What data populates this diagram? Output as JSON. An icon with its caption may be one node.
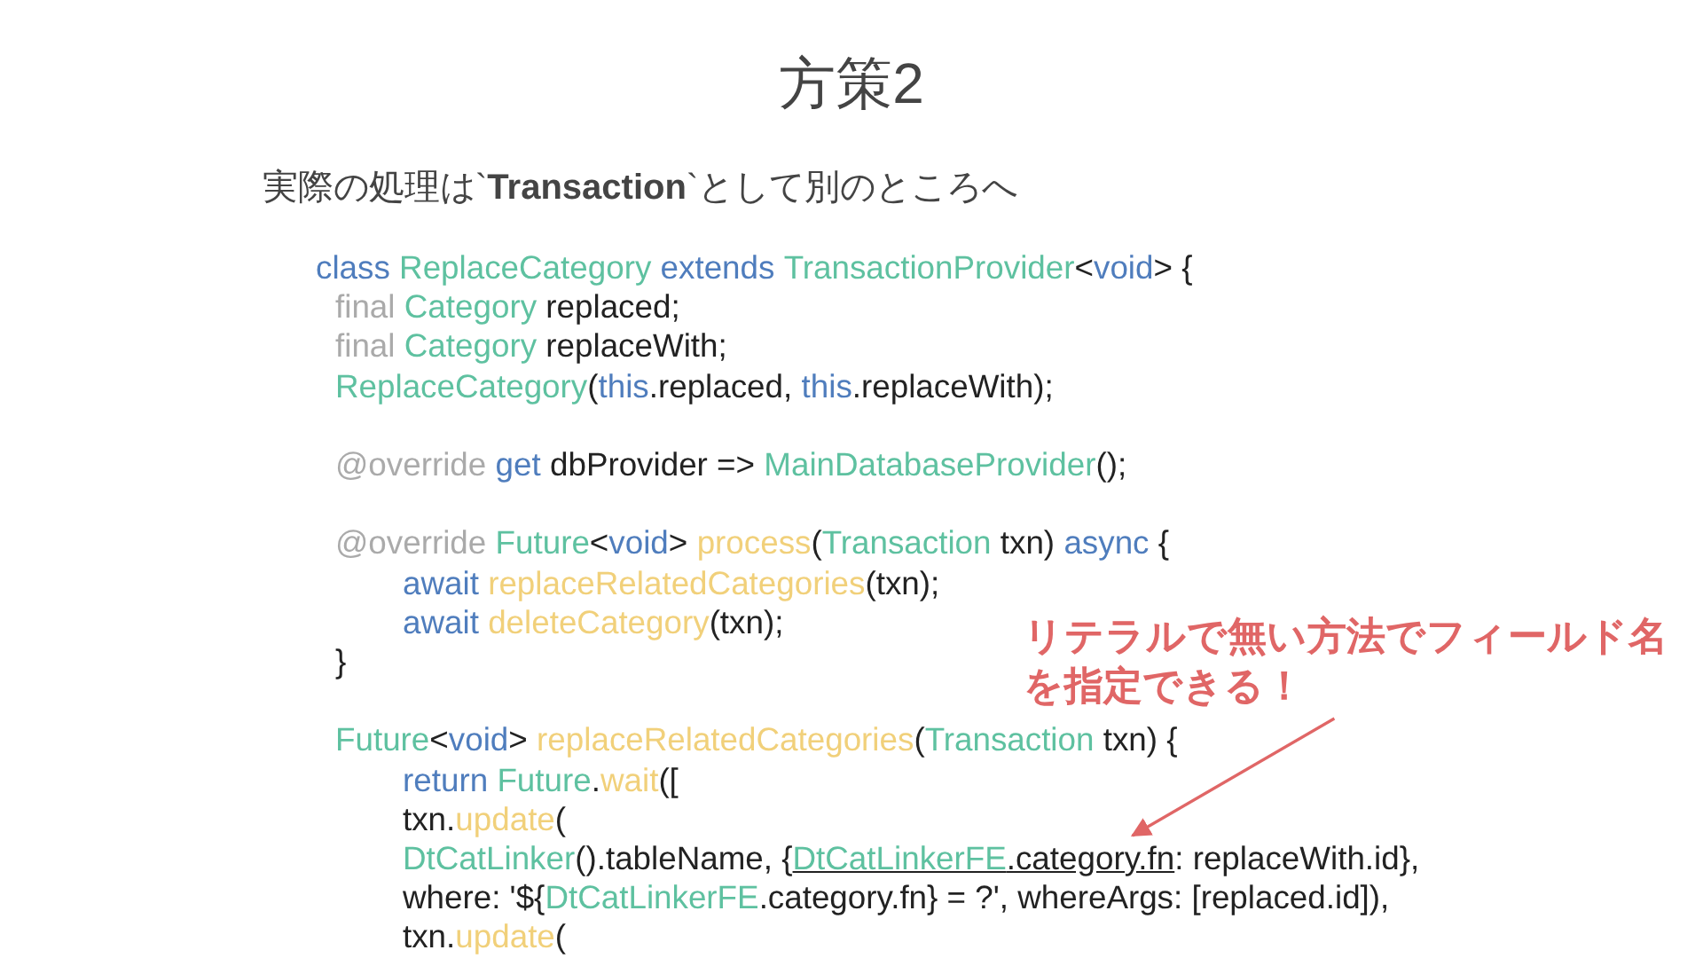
{
  "diagram": {
    "title": "方策2",
    "nodes": [
      {
        "text": [
          "リテラルで無い方法でフィールド名を指定できる！"
        ]
      },
      {
        "text": [
          ".category.fn"
        ]
      }
    ],
    "edges": [
      {
        "from": 0,
        "to": 1,
        "arrow": "to"
      }
    ],
    "labels": [
      "実際の処理は`**Transaction**`として別のところへ",
      "class",
      "ReplaceCategory",
      "extends",
      "TransactionProvider",
      "<",
      "void",
      "> {",
      "final",
      "Category",
      "replaced;",
      "final",
      "Category",
      "replaceWith;",
      "ReplaceCategory",
      "(",
      "this",
      ".replaced,",
      "this",
      ".replaceWith);",
      "@override",
      "get",
      "dbProvider =>",
      "MainDatabaseProvider",
      "();",
      "@override",
      "Future",
      "<",
      "void",
      ">",
      "process",
      "(",
      "Transaction",
      "txn)",
      "async",
      "{",
      "await",
      "replaceRelatedCategories",
      "(txn);",
      "await",
      "deleteCategory",
      "(txn);",
      "}",
      "Future",
      "<",
      "void",
      ">",
      "replaceRelatedCategories",
      "(",
      "Transaction",
      "txn) {",
      "return",
      "Future",
      ".",
      "wait",
      "([",
      "txn.",
      "update",
      "(",
      "DtCatLinker",
      "().tableName, {",
      "DtCatLinkerFE",
      ": replaceWith.id},",
      "where: '${",
      "DtCatLinkerFE",
      ".category.fn} = ?', whereArgs: [replaced.id]),",
      "txn.",
      "update",
      "("
    ]
  }
}
